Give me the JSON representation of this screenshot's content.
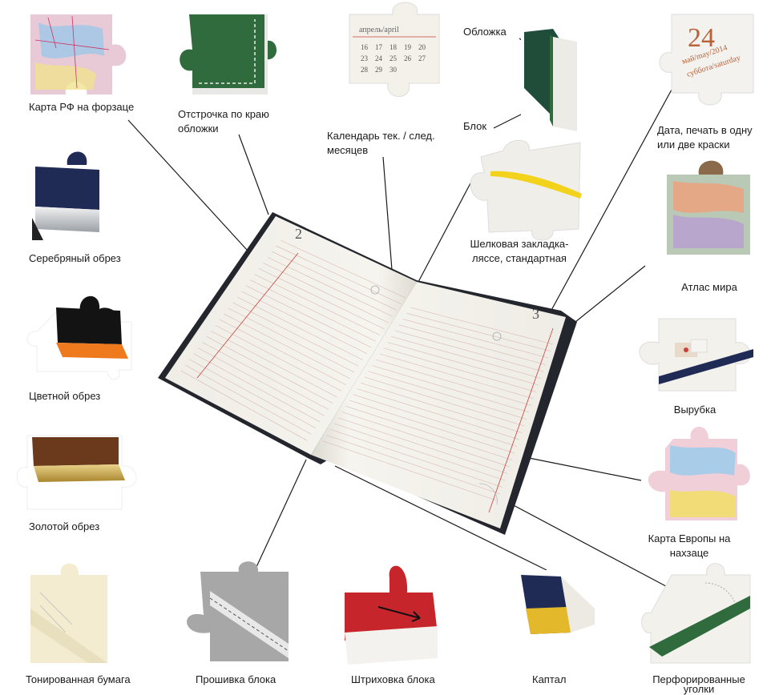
{
  "labels": {
    "map_rf": "Карта РФ на форзаце",
    "stitching_line1": "Отстрочка по краю",
    "stitching_line2": "обложки",
    "calendar_line1": "Календарь тек. / след.",
    "calendar_line2": "месяцев",
    "cover": "Обложка",
    "block": "Блок",
    "date_line1": "Дата, печать в одну",
    "date_line2": "или две краски",
    "silver_edge": "Серебряный обрез",
    "ribbon_line1": "Шелковая закладка-",
    "ribbon_line2": "ляссе, стандартная",
    "world_atlas": "Атлас мира",
    "color_edge": "Цветной обрез",
    "thumb_cut": "Вырубка",
    "gold_edge": "Золотой обрез",
    "europe_line1": "Карта Европы на",
    "europe_line2": "нахзаце",
    "tinted_paper": "Тонированная бумага",
    "block_sewing": "Прошивка блока",
    "spine_stroke": "Штриховка блока",
    "headband": "Каптал",
    "perforated_line1": "Перфорированные",
    "perforated_line2": "уголки"
  },
  "book": {
    "left_page_number": "2",
    "right_page_number": "3",
    "date_sample": "24",
    "date_sample_line1": "май/may/2014",
    "date_sample_line2": "суббота/saturday",
    "calendar_sample_month": "апрель/april",
    "calendar_sample_days": [
      "16",
      "17",
      "18",
      "19",
      "20",
      "23",
      "24",
      "25",
      "26",
      "27",
      "28",
      "29",
      "30"
    ]
  },
  "colors": {
    "cover_dark": "#23262c",
    "page": "#f5f3ec",
    "red_line": "#c7423a",
    "green_cover": "#2f6b3c",
    "navy": "#1f2a55",
    "orange": "#ef7a1e",
    "brown": "#6b3a1d",
    "gold": "#c8a447",
    "red_cover": "#c7252c",
    "yellow_ribbon": "#f2d21b"
  }
}
